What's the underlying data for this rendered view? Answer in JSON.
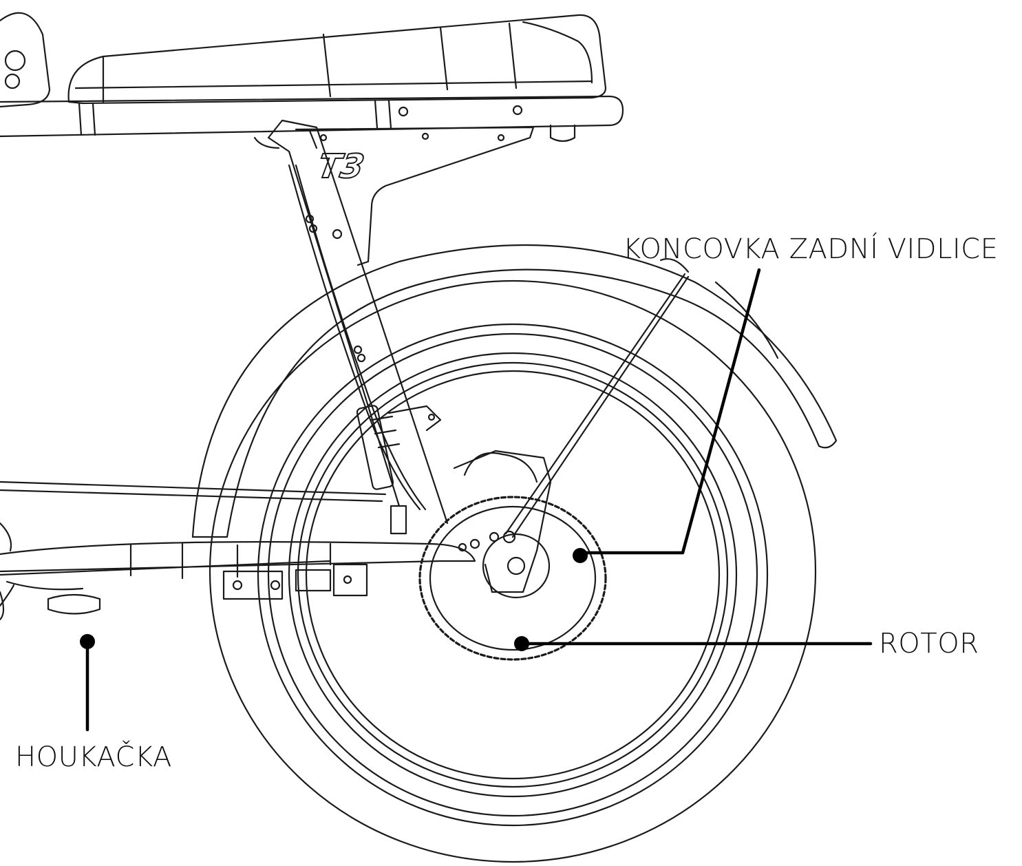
{
  "labels": {
    "rear_fork_end": "KONCOVKA ZADNÍ VIDLICE",
    "rotor": "ROTOR",
    "horn": "HOUKAČKA"
  },
  "frame_badge": "T3",
  "colors": {
    "line": "#1a1a1a",
    "leader": "#000000",
    "background": "#ffffff"
  }
}
